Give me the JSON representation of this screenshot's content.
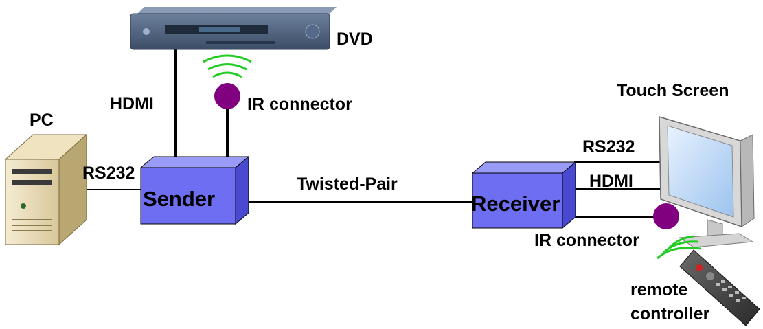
{
  "labels": {
    "dvd": "DVD",
    "hdmi_top": "HDMI",
    "ir_top": "IR connector",
    "pc": "PC",
    "rs232_left": "RS232",
    "sender": "Sender",
    "twisted_pair": "Twisted-Pair",
    "receiver": "Receiver",
    "touch_screen": "Touch Screen",
    "rs232_right": "RS232",
    "hdmi_right": "HDMI",
    "ir_right": "IR connector",
    "remote_line1": "remote",
    "remote_line2": "controller"
  },
  "colors": {
    "box_fill": "#6e6ef2",
    "box_top": "#9a9af7",
    "box_side": "#4a4ad0",
    "ir_dot": "#800080",
    "ir_wave": "#22cc22",
    "line": "#000000"
  },
  "icons": [
    "dvd-player-icon",
    "pc-tower-icon",
    "touch-screen-monitor-icon",
    "remote-control-icon"
  ]
}
